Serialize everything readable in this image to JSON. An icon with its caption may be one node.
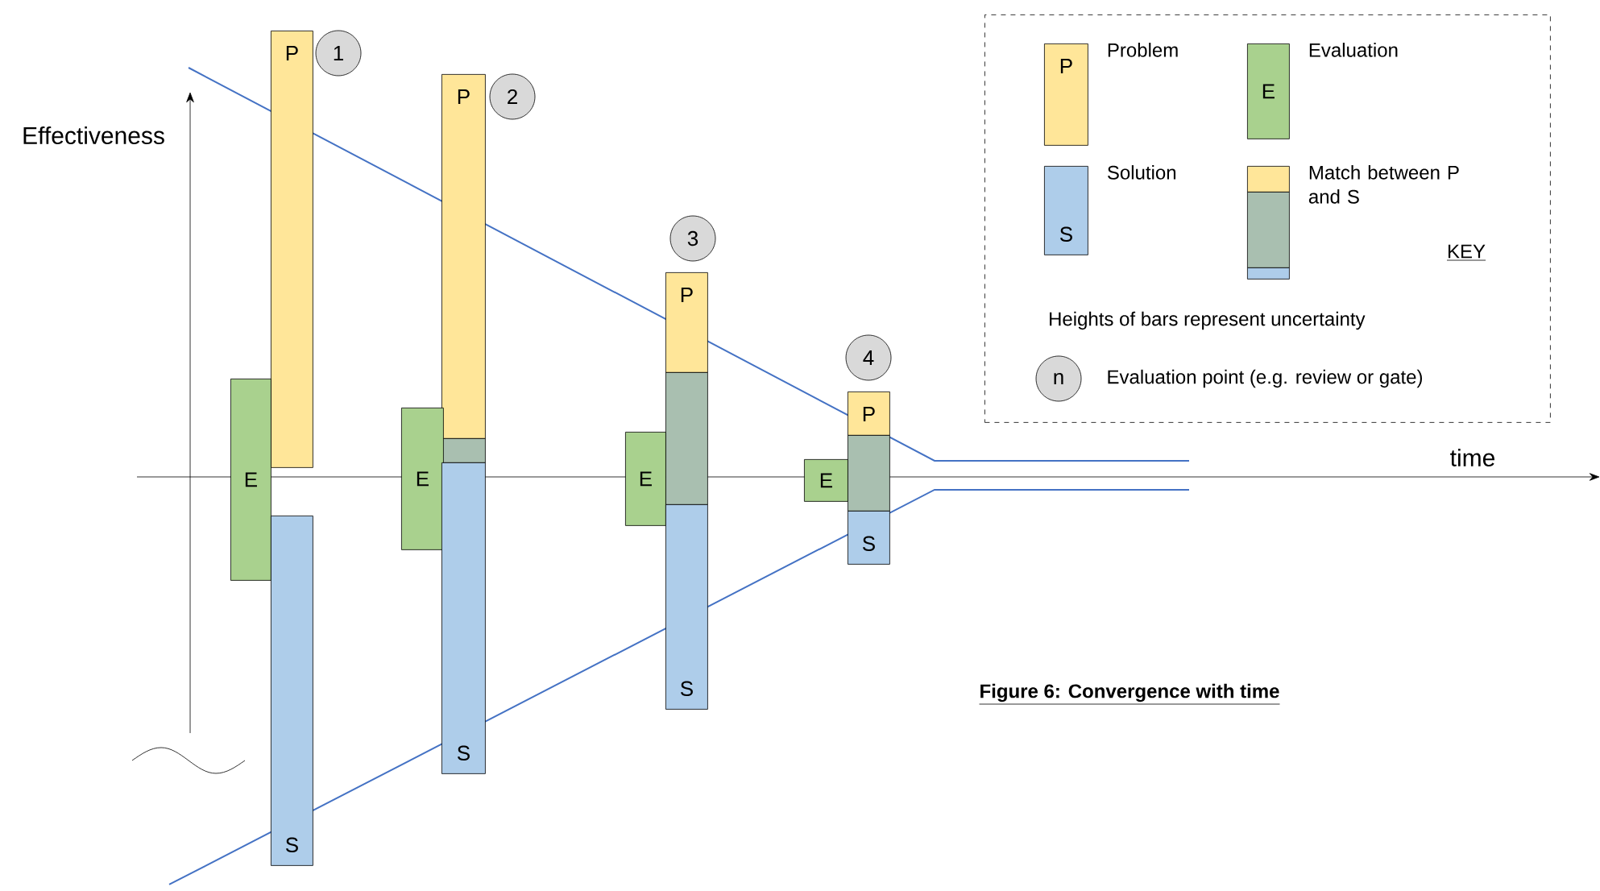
{
  "diagram": {
    "caption": "Figure 6: Convergence with time",
    "nodes": [
      {
        "text": [
          "P"
        ]
      },
      {
        "text": [
          "1"
        ]
      },
      {
        "text": [
          "E"
        ]
      },
      {
        "text": [
          "S"
        ]
      },
      {
        "text": [
          "P"
        ]
      },
      {
        "text": [
          "2"
        ]
      },
      {
        "text": [],
        "shape": "bar"
      },
      {
        "text": [
          "E"
        ]
      },
      {
        "text": [
          "S"
        ]
      },
      {
        "text": [
          "3"
        ]
      },
      {
        "text": [
          "P"
        ]
      },
      {
        "text": [],
        "shape": "bar"
      },
      {
        "text": [
          "E"
        ]
      },
      {
        "text": [
          "S"
        ]
      },
      {
        "text": [
          "4"
        ]
      },
      {
        "text": [
          "P"
        ]
      },
      {
        "text": [],
        "shape": "bar"
      },
      {
        "text": [
          "E"
        ]
      },
      {
        "text": [
          "S"
        ]
      },
      {
        "text": [
          "KEY",
          "Heights of bars represent uncertainty"
        ]
      },
      {
        "text": [
          "P"
        ],
        "in": 19,
        "beside": [
          "Problem"
        ]
      },
      {
        "text": [
          "E"
        ],
        "in": 19,
        "beside": [
          "Evaluation"
        ]
      },
      {
        "text": [
          "S"
        ],
        "in": 19,
        "beside": [
          "Solution"
        ]
      },
      {
        "text": [],
        "shape": "bar",
        "in": 19,
        "beside": [
          "Match between P and S"
        ]
      },
      {
        "text": [],
        "shape": "bar",
        "in": 19
      },
      {
        "text": [],
        "shape": "bar",
        "in": 19
      },
      {
        "text": [
          "n"
        ],
        "in": 19,
        "beside": [
          "Evaluation point (e.g. review or gate)"
        ]
      }
    ],
    "labels": [
      "Effectiveness",
      "time"
    ]
  }
}
